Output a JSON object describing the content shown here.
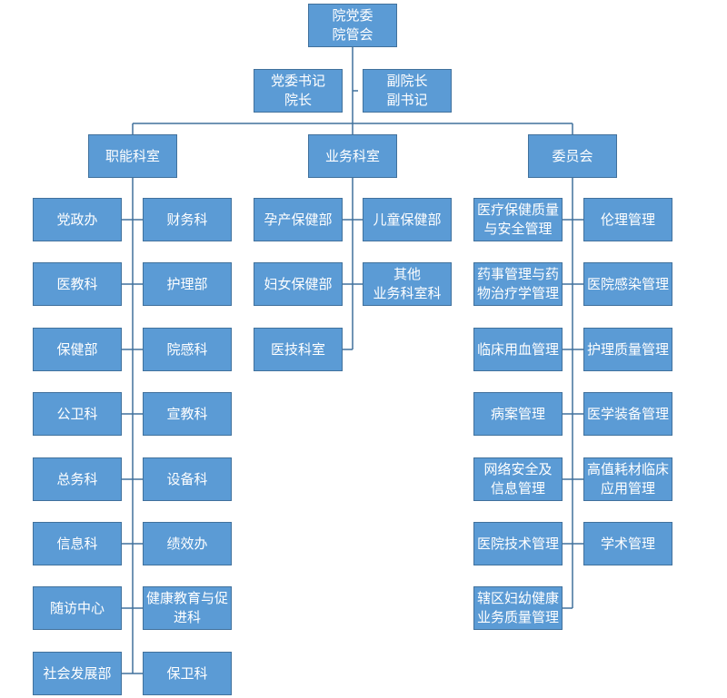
{
  "top": {
    "line1": "院党委",
    "line2": "院管会"
  },
  "leaders": {
    "left_line1": "党委书记",
    "left_line2": "院长",
    "right_line1": "副院长",
    "right_line2": "副书记"
  },
  "categories": {
    "functional": "职能科室",
    "business": "业务科室",
    "committee": "委员会"
  },
  "functional_left": [
    "党政办",
    "医教科",
    "保健部",
    "公卫科",
    "总务科",
    "信息科",
    "随访中心",
    "社会发展部"
  ],
  "functional_right": [
    {
      "line1": "财务科",
      "line2": ""
    },
    {
      "line1": "护理部",
      "line2": ""
    },
    {
      "line1": "院感科",
      "line2": ""
    },
    {
      "line1": "宣教科",
      "line2": ""
    },
    {
      "line1": "设备科",
      "line2": ""
    },
    {
      "line1": "绩效办",
      "line2": ""
    },
    {
      "line1": "健康教育与促",
      "line2": "进科"
    },
    {
      "line1": "保卫科",
      "line2": ""
    }
  ],
  "business_left": [
    "孕产保健部",
    "妇女保健部",
    "医技科室"
  ],
  "business_right": [
    {
      "line1": "儿童保健部",
      "line2": ""
    },
    {
      "line1": "其他",
      "line2": "业务科室科"
    }
  ],
  "committee_left": [
    {
      "line1": "医疗保健质量",
      "line2": "与安全管理"
    },
    {
      "line1": "药事管理与药",
      "line2": "物治疗学管理"
    },
    {
      "line1": "临床用血管理",
      "line2": ""
    },
    {
      "line1": "病案管理",
      "line2": ""
    },
    {
      "line1": "网络安全及",
      "line2": "信息管理"
    },
    {
      "line1": "医院技术管理",
      "line2": ""
    },
    {
      "line1": "辖区妇幼健康",
      "line2": "业务质量管理"
    }
  ],
  "committee_right": [
    {
      "line1": "伦理管理",
      "line2": ""
    },
    {
      "line1": "医院感染管理",
      "line2": ""
    },
    {
      "line1": "护理质量管理",
      "line2": ""
    },
    {
      "line1": "医学装备管理",
      "line2": ""
    },
    {
      "line1": "高值耗材临床",
      "line2": "应用管理"
    },
    {
      "line1": "学术管理",
      "line2": ""
    }
  ],
  "colors": {
    "box_fill": "#5b9bd5",
    "box_border": "#41719c",
    "line": "#41719c",
    "text": "#ffffff"
  }
}
